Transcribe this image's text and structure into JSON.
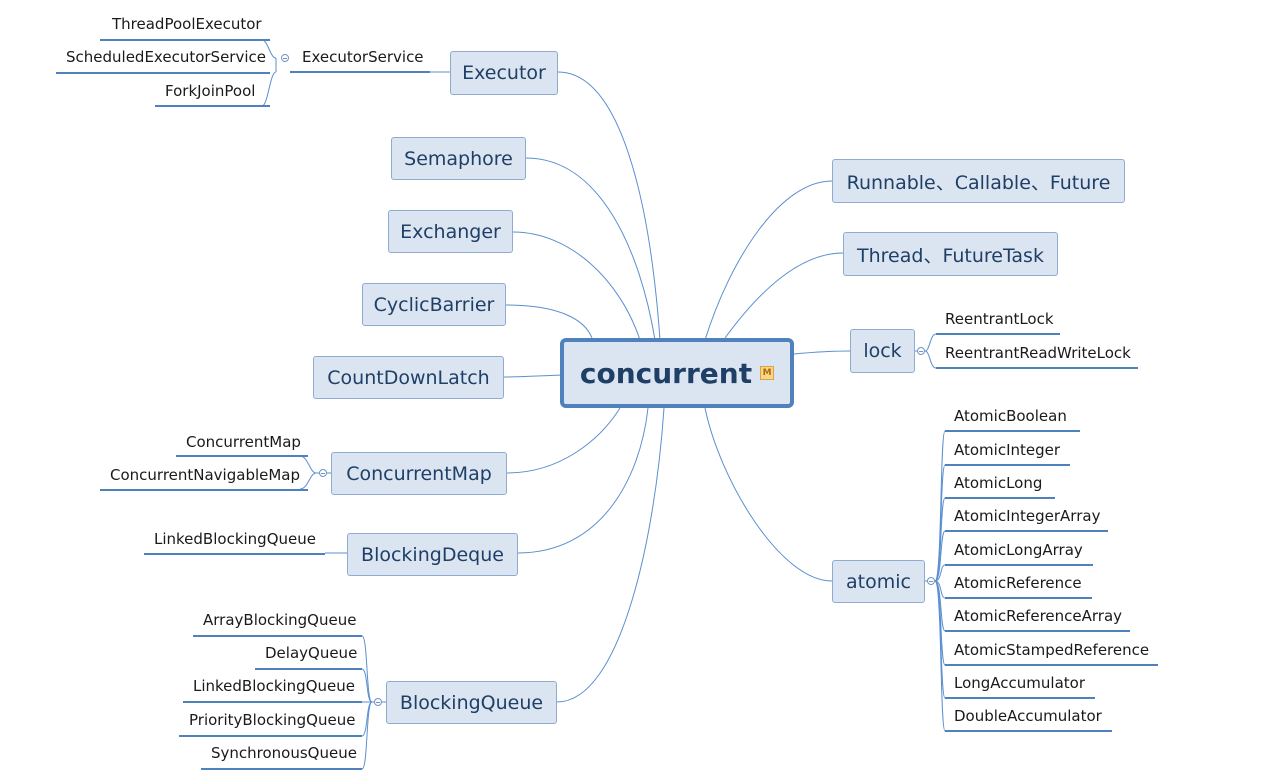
{
  "root": {
    "label": "concurrent",
    "marker": "M"
  },
  "left": {
    "executor": {
      "label": "Executor",
      "mid": "ExecutorService",
      "children": [
        "ThreadPoolExecutor",
        "ScheduledExecutorService",
        "ForkJoinPool"
      ]
    },
    "semaphore": {
      "label": "Semaphore"
    },
    "exchanger": {
      "label": "Exchanger"
    },
    "cyclic_barrier": {
      "label": "CyclicBarrier"
    },
    "count_down_latch": {
      "label": "CountDownLatch"
    },
    "concurrent_map": {
      "label": "ConcurrentMap",
      "children": [
        "ConcurrentMap",
        "ConcurrentNavigableMap"
      ]
    },
    "blocking_deque": {
      "label": "BlockingDeque",
      "children": [
        "LinkedBlockingQueue"
      ]
    },
    "blocking_queue": {
      "label": "BlockingQueue",
      "children": [
        "ArrayBlockingQueue",
        "DelayQueue",
        "LinkedBlockingQueue",
        "PriorityBlockingQueue",
        "SynchronousQueue"
      ]
    }
  },
  "right": {
    "runnable": {
      "label": "Runnable、Callable、Future"
    },
    "thread": {
      "label": "Thread、FutureTask"
    },
    "lock": {
      "label": "lock",
      "children": [
        "ReentrantLock",
        "ReentrantReadWriteLock"
      ]
    },
    "atomic": {
      "label": "atomic",
      "children": [
        "AtomicBoolean",
        "AtomicInteger",
        "AtomicLong",
        "AtomicIntegerArray",
        "AtomicLongArray",
        "AtomicReference",
        "AtomicReferenceArray",
        "AtomicStampedReference",
        "LongAccumulator",
        "DoubleAccumulator"
      ]
    }
  },
  "colors": {
    "line": "#5b8fd0",
    "underline": "#4f81bd",
    "node_fill": "#dbe5f1",
    "node_border": "#8eacd1",
    "text": "#1f3f66"
  }
}
